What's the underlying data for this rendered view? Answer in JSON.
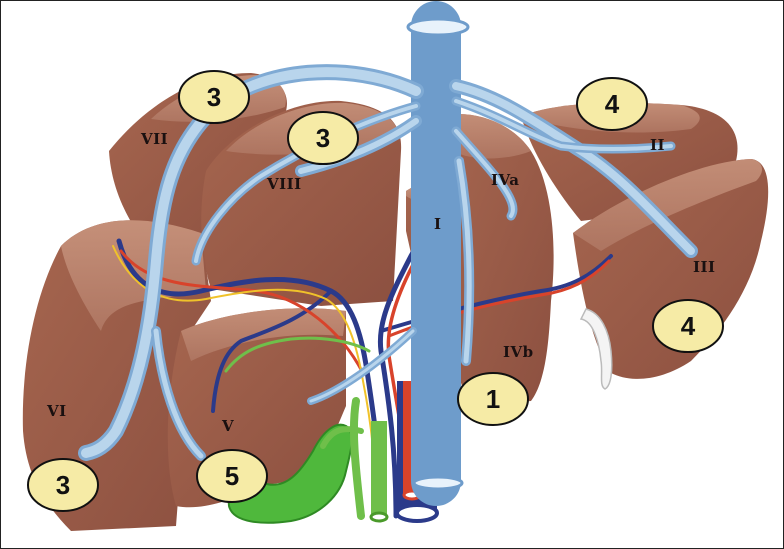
{
  "diagram": {
    "segments": {
      "I": "I",
      "II": "II",
      "III": "III",
      "IVa": "IVa",
      "IVb": "IVb",
      "V": "V",
      "VI": "VI",
      "VII": "VII",
      "VIII": "VIII"
    },
    "badges": {
      "seg_vii": "3",
      "seg_viii": "3",
      "seg_ii": "4",
      "seg_iii": "4",
      "seg_ivb": "1",
      "seg_v": "5",
      "seg_vi": "3"
    },
    "colors": {
      "liver": "#9a5c4a",
      "liver_face": "#c08a74",
      "hepatic_vein": "#a9cbe6",
      "portal_vein": "#2b3a8a",
      "hepatic_artery": "#d8432b",
      "bile_duct": "#6fbf4a",
      "gallbladder": "#4fb83c",
      "badge_fill": "#f6eba6"
    }
  }
}
